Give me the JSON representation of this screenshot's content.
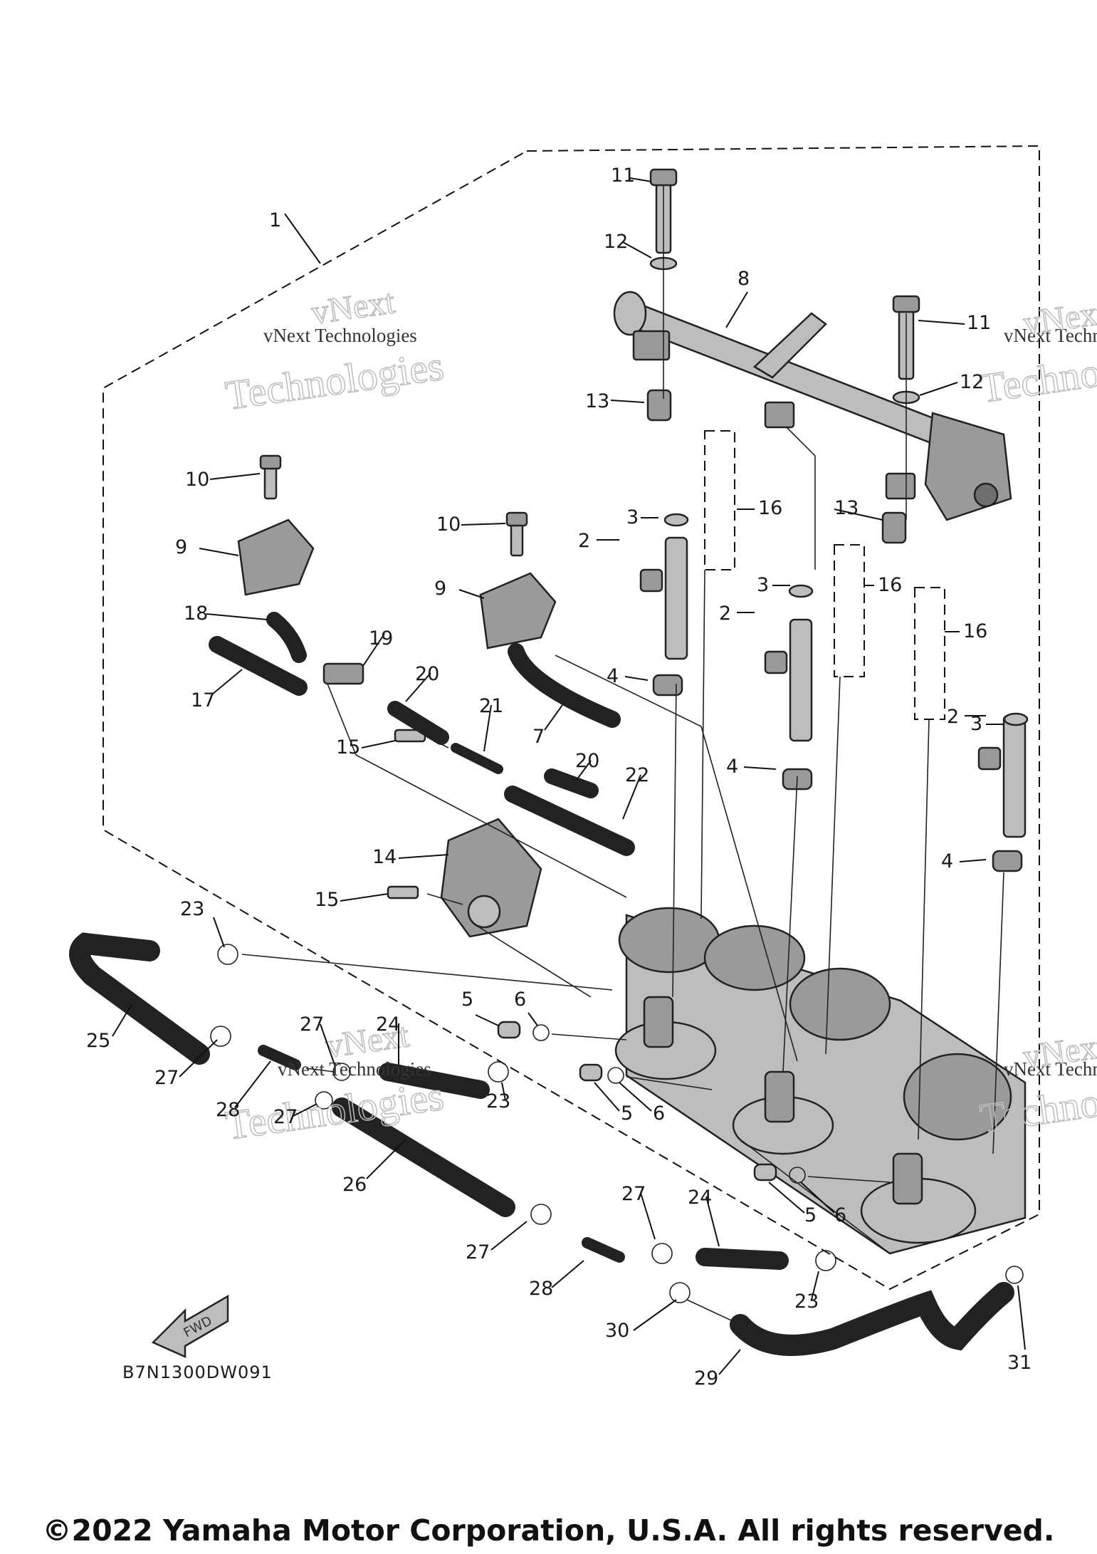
{
  "diagram": {
    "code": "B7N1300DW091",
    "fwd_label": "FWD",
    "callouts": [
      {
        "n": "1"
      },
      {
        "n": "2"
      },
      {
        "n": "2"
      },
      {
        "n": "2"
      },
      {
        "n": "3"
      },
      {
        "n": "3"
      },
      {
        "n": "3"
      },
      {
        "n": "4"
      },
      {
        "n": "4"
      },
      {
        "n": "4"
      },
      {
        "n": "5"
      },
      {
        "n": "5"
      },
      {
        "n": "5"
      },
      {
        "n": "6"
      },
      {
        "n": "6"
      },
      {
        "n": "6"
      },
      {
        "n": "7"
      },
      {
        "n": "8"
      },
      {
        "n": "9"
      },
      {
        "n": "9"
      },
      {
        "n": "10"
      },
      {
        "n": "10"
      },
      {
        "n": "11"
      },
      {
        "n": "11"
      },
      {
        "n": "12"
      },
      {
        "n": "12"
      },
      {
        "n": "13"
      },
      {
        "n": "13"
      },
      {
        "n": "14"
      },
      {
        "n": "15"
      },
      {
        "n": "15"
      },
      {
        "n": "16"
      },
      {
        "n": "16"
      },
      {
        "n": "16"
      },
      {
        "n": "17"
      },
      {
        "n": "18"
      },
      {
        "n": "19"
      },
      {
        "n": "20"
      },
      {
        "n": "20"
      },
      {
        "n": "21"
      },
      {
        "n": "22"
      },
      {
        "n": "23"
      },
      {
        "n": "23"
      },
      {
        "n": "23"
      },
      {
        "n": "24"
      },
      {
        "n": "24"
      },
      {
        "n": "25"
      },
      {
        "n": "26"
      },
      {
        "n": "27"
      },
      {
        "n": "27"
      },
      {
        "n": "27"
      },
      {
        "n": "27"
      },
      {
        "n": "27"
      },
      {
        "n": "28"
      },
      {
        "n": "28"
      },
      {
        "n": "29"
      },
      {
        "n": "30"
      },
      {
        "n": "31"
      }
    ]
  },
  "watermark": {
    "brand": "vNext Technologies",
    "line1": "vNext",
    "line2": "Technologies"
  },
  "copyright": "©2022 Yamaha Motor Corporation, U.S.A. All rights reserved."
}
